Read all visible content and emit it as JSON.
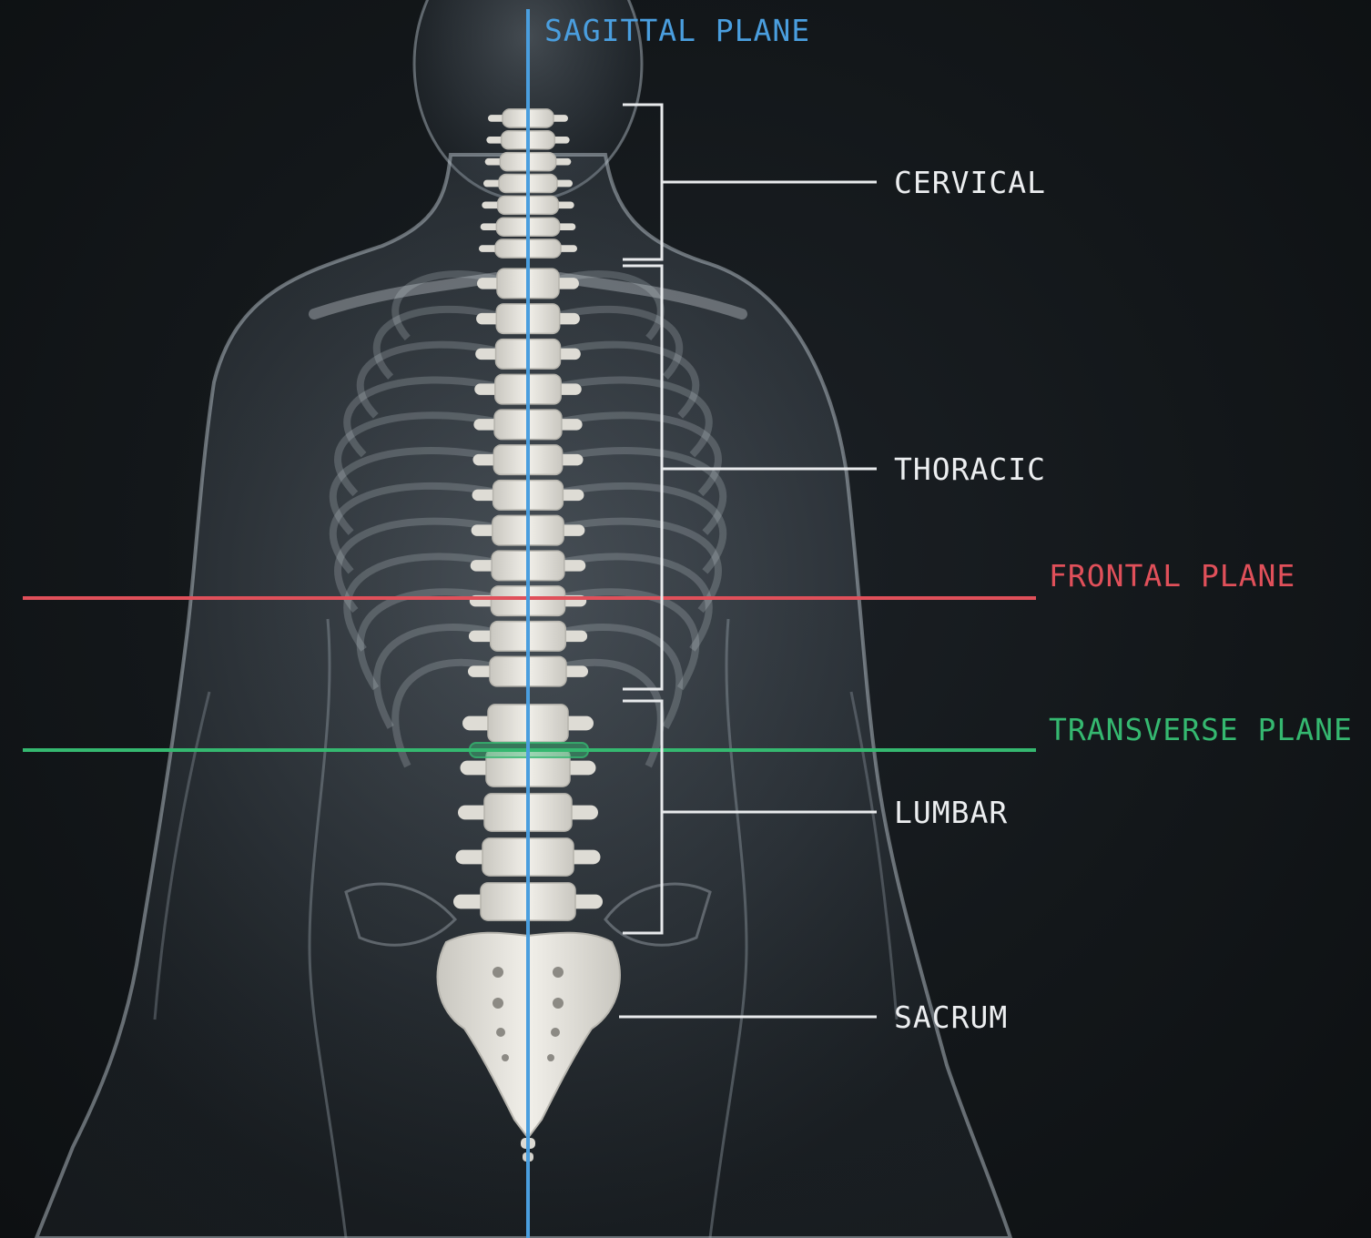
{
  "colors": {
    "background": "#13171a",
    "sagittal": "#4a9ede",
    "frontal": "#e0505a",
    "transverse": "#35b870",
    "label": "#eceef0",
    "bracket": "#e8eaec",
    "bone": "#e6e4de",
    "body_outline": "#b9c3cc"
  },
  "planes": {
    "sagittal": "SAGITTAL PLANE",
    "frontal": "FRONTAL PLANE",
    "transverse": "TRANSVERSE PLANE"
  },
  "regions": {
    "cervical": "CERVICAL",
    "thoracic": "THORACIC",
    "lumbar": "LUMBAR",
    "sacrum": "SACRUM"
  },
  "vertebra_counts": {
    "cervical": 7,
    "thoracic": 12,
    "lumbar": 5
  }
}
